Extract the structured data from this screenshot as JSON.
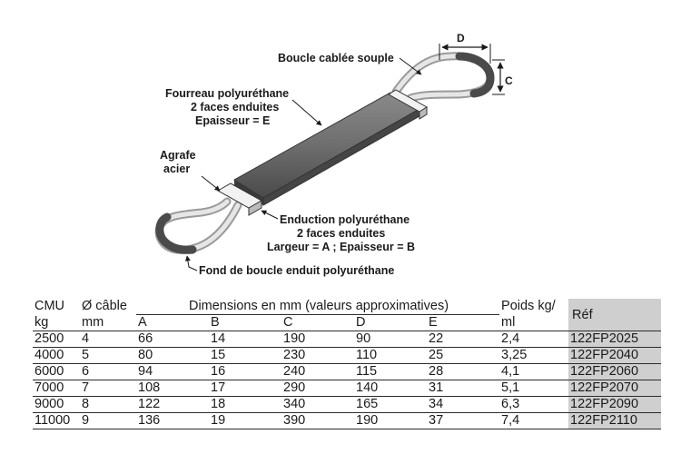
{
  "labels": {
    "boucle_cablee": "Boucle cablée souple",
    "fourreau": [
      "Fourreau polyuréthane",
      "2 faces enduites",
      "Epaisseur = E"
    ],
    "agrafe": [
      "Agrafe",
      "acier"
    ],
    "enduction": [
      "Enduction polyuréthane",
      "2 faces enduites",
      "Largeur = A ; Epaisseur = B"
    ],
    "fond_boucle": "Fond de boucle enduit polyuréthane",
    "dim_d": "D",
    "dim_c": "C"
  },
  "table": {
    "headers": {
      "cmu": "CMU",
      "cmu_unit": "kg",
      "cable": "Ø câble",
      "cable_unit": "mm",
      "dimensions": "Dimensions en mm (valeurs approximatives)",
      "a": "A",
      "b": "B",
      "c": "C",
      "d": "D",
      "e": "E",
      "poids": "Poids kg/",
      "poids_unit": "ml",
      "ref": "Réf"
    },
    "rows": [
      {
        "cmu": "2500",
        "cable": "4",
        "a": "66",
        "b": "14",
        "c": "190",
        "d": "90",
        "e": "22",
        "poids": "2,4",
        "ref": "122FP2025"
      },
      {
        "cmu": "4000",
        "cable": "5",
        "a": "80",
        "b": "15",
        "c": "230",
        "d": "110",
        "e": "25",
        "poids": "3,25",
        "ref": "122FP2040"
      },
      {
        "cmu": "6000",
        "cable": "6",
        "a": "94",
        "b": "16",
        "c": "240",
        "d": "115",
        "e": "28",
        "poids": "4,1",
        "ref": "122FP2060"
      },
      {
        "cmu": "7000",
        "cable": "7",
        "a": "108",
        "b": "17",
        "c": "290",
        "d": "140",
        "e": "31",
        "poids": "5,1",
        "ref": "122FP2070"
      },
      {
        "cmu": "9000",
        "cable": "8",
        "a": "122",
        "b": "18",
        "c": "340",
        "d": "165",
        "e": "34",
        "poids": "6,3",
        "ref": "122FP2090"
      },
      {
        "cmu": "11000",
        "cable": "9",
        "a": "136",
        "b": "19",
        "c": "390",
        "d": "190",
        "e": "37",
        "poids": "7,4",
        "ref": "122FP2110"
      }
    ]
  },
  "colors": {
    "sleeve": "#6e6e6e",
    "sleeve_dark": "#454545",
    "loop_coating": "#4a4a4a",
    "ref_column_bg": "#cfcfcf"
  }
}
